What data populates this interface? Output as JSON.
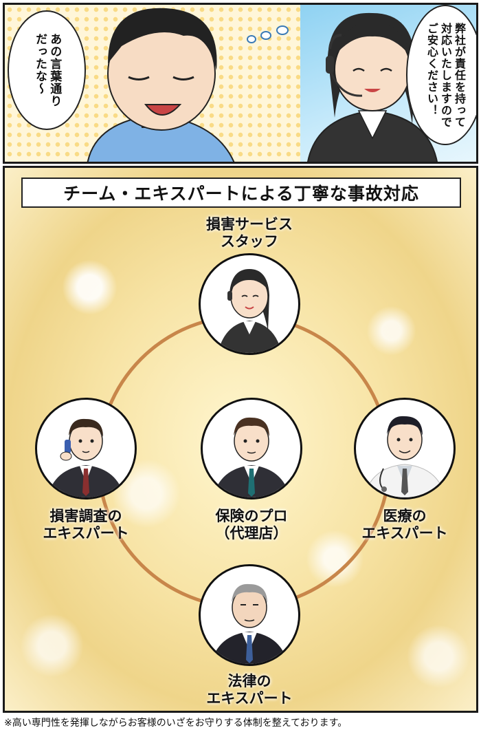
{
  "top_panel": {
    "man_bubble": "あの言葉通り\nだったな〜",
    "operator_bubble": "弊社が責任を持って\n対応いたしますので\nご安心ください！"
  },
  "main_panel": {
    "title": "チーム・エキスパートによる丁寧な事故対応",
    "nodes": [
      {
        "label": "損害サービス\nスタッフ",
        "icon": "operator-headset-icon"
      },
      {
        "label": "損害調査の\nエキスパート",
        "icon": "businessman-phone-icon"
      },
      {
        "label": "保険のプロ\n（代理店）",
        "icon": "agent-icon"
      },
      {
        "label": "医療の\nエキスパート",
        "icon": "doctor-icon"
      },
      {
        "label": "法律の\nエキスパート",
        "icon": "lawyer-icon"
      }
    ]
  },
  "footnote": "※高い専門性を発揮しながらお客様のいざをお守りする体制を整えております。",
  "colors": {
    "ring": "#c8864a",
    "sky": "#8fd2f2",
    "halftone": "#f4c542"
  }
}
